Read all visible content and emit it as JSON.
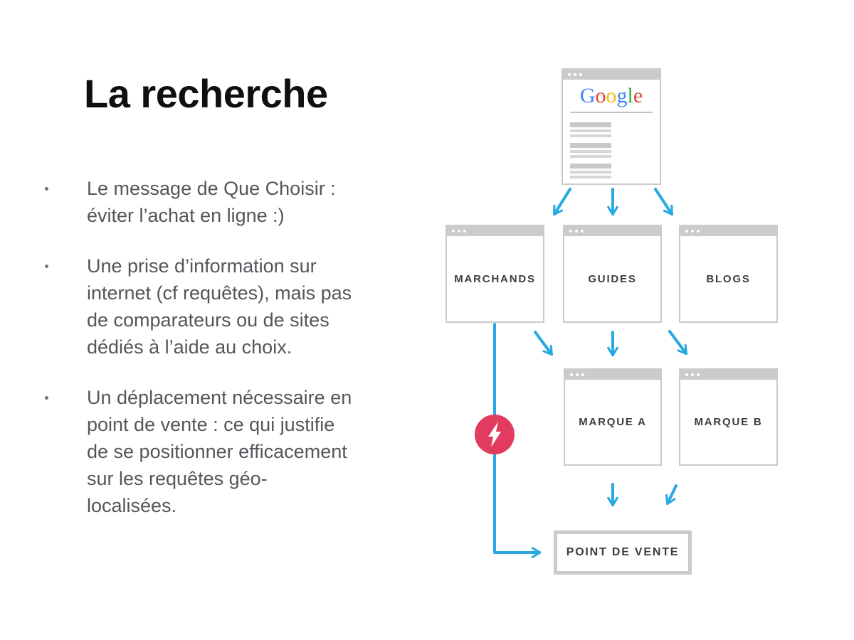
{
  "slide": {
    "title": "La recherche",
    "bullets": [
      "Le message de Que Choisir :\néviter l’achat en ligne :)",
      "Une prise d’information sur\ninternet (cf requêtes), mais pas\nde comparateurs ou de sites\ndédiés à l’aide au choix.",
      "Un déplacement nécessaire en\npoint de vente : ce qui justifie\nde se positionner efficacement\nsur les requêtes géo-\nlocalisées."
    ]
  },
  "diagram": {
    "google_window": {
      "logo_letters": [
        {
          "ch": "G",
          "color": "#4285F4"
        },
        {
          "ch": "o",
          "color": "#EA4335"
        },
        {
          "ch": "o",
          "color": "#FBBC05"
        },
        {
          "ch": "g",
          "color": "#4285F4"
        },
        {
          "ch": "l",
          "color": "#34A853"
        },
        {
          "ch": "e",
          "color": "#EA4335"
        }
      ]
    },
    "windows": [
      {
        "id": "marchands",
        "label": "MARCHANDS"
      },
      {
        "id": "guides",
        "label": "GUIDES"
      },
      {
        "id": "blogs",
        "label": "BLOGS"
      },
      {
        "id": "marque-a",
        "label": "MARQUE A"
      },
      {
        "id": "marque-b",
        "label": "MARQUE B"
      }
    ],
    "point_de_vente_label": "POINT DE VENTE",
    "edges": [
      {
        "from": "google",
        "to": "marchands"
      },
      {
        "from": "google",
        "to": "guides"
      },
      {
        "from": "google",
        "to": "blogs"
      },
      {
        "from": "marchands",
        "to": "marque-a"
      },
      {
        "from": "guides",
        "to": "marque-a"
      },
      {
        "from": "blogs",
        "to": "marque-b"
      },
      {
        "from": "marque-a",
        "to": "point-de-vente"
      },
      {
        "from": "marque-b",
        "to": "point-de-vente"
      },
      {
        "from": "marchands",
        "to": "point-de-vente",
        "badge": "lightning-bolt"
      }
    ],
    "icons": {
      "window_controls": "three-dots",
      "flash_badge": "lightning-bolt"
    },
    "colors": {
      "arrow": "#29A9E1",
      "window_chrome": "#CBCBCB",
      "flash_badge": "#E23B60",
      "label_text": "#3B3D42"
    }
  }
}
